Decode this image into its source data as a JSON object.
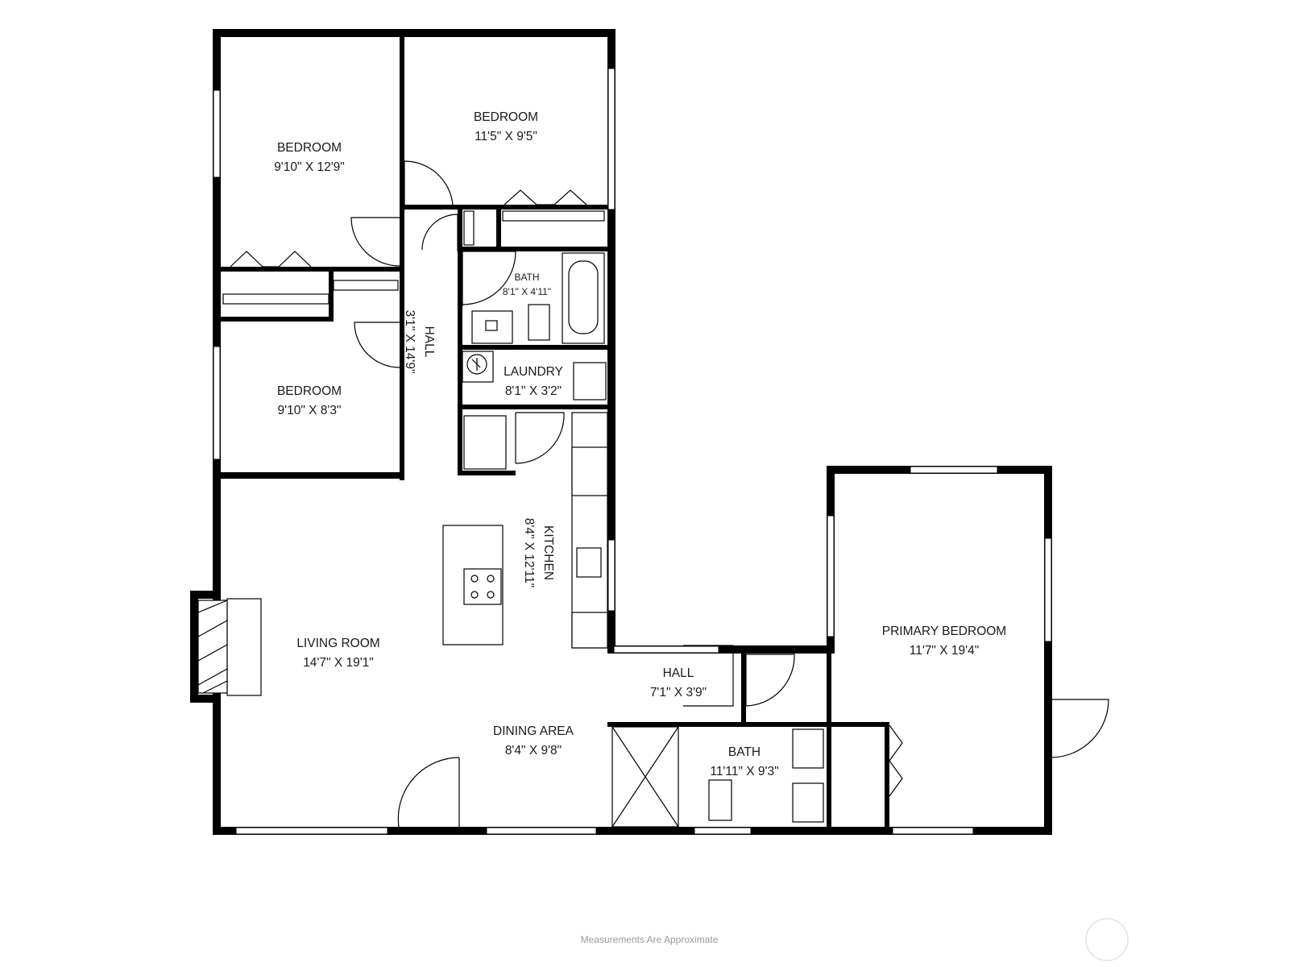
{
  "rooms": {
    "bedroom_1": {
      "name": "BEDROOM",
      "size": "9'10\" X 12'9\""
    },
    "bedroom_2": {
      "name": "BEDROOM",
      "size": "11'5\" X 9'5\""
    },
    "bedroom_3": {
      "name": "BEDROOM",
      "size": "9'10\" X 8'3\""
    },
    "hall_1": {
      "name": "HALL",
      "size": "3'1\" X 14'9\""
    },
    "bath_1": {
      "name": "BATH",
      "size": "8'1\" X 4'11\""
    },
    "laundry": {
      "name": "LAUNDRY",
      "size": "8'1\" X 3'2\""
    },
    "kitchen": {
      "name": "KITCHEN",
      "size": "8'4\" X 12'11\""
    },
    "living_room": {
      "name": "LIVING ROOM",
      "size": "14'7\" X 19'1\""
    },
    "dining_area": {
      "name": "DINING AREA",
      "size": "8'4\" X 9'8\""
    },
    "hall_2": {
      "name": "HALL",
      "size": "7'1\" X 3'9\""
    },
    "bath_2": {
      "name": "BATH",
      "size": "11'11\" X 9'3\""
    },
    "primary_bedroom": {
      "name": "PRIMARY BEDROOM",
      "size": "11'7\" X 19'4\""
    }
  },
  "footer": {
    "note": "Measurements Are Approximate"
  },
  "colors": {
    "wall": "#000000",
    "background": "#ffffff",
    "footer_text": "#9a9a9a"
  }
}
